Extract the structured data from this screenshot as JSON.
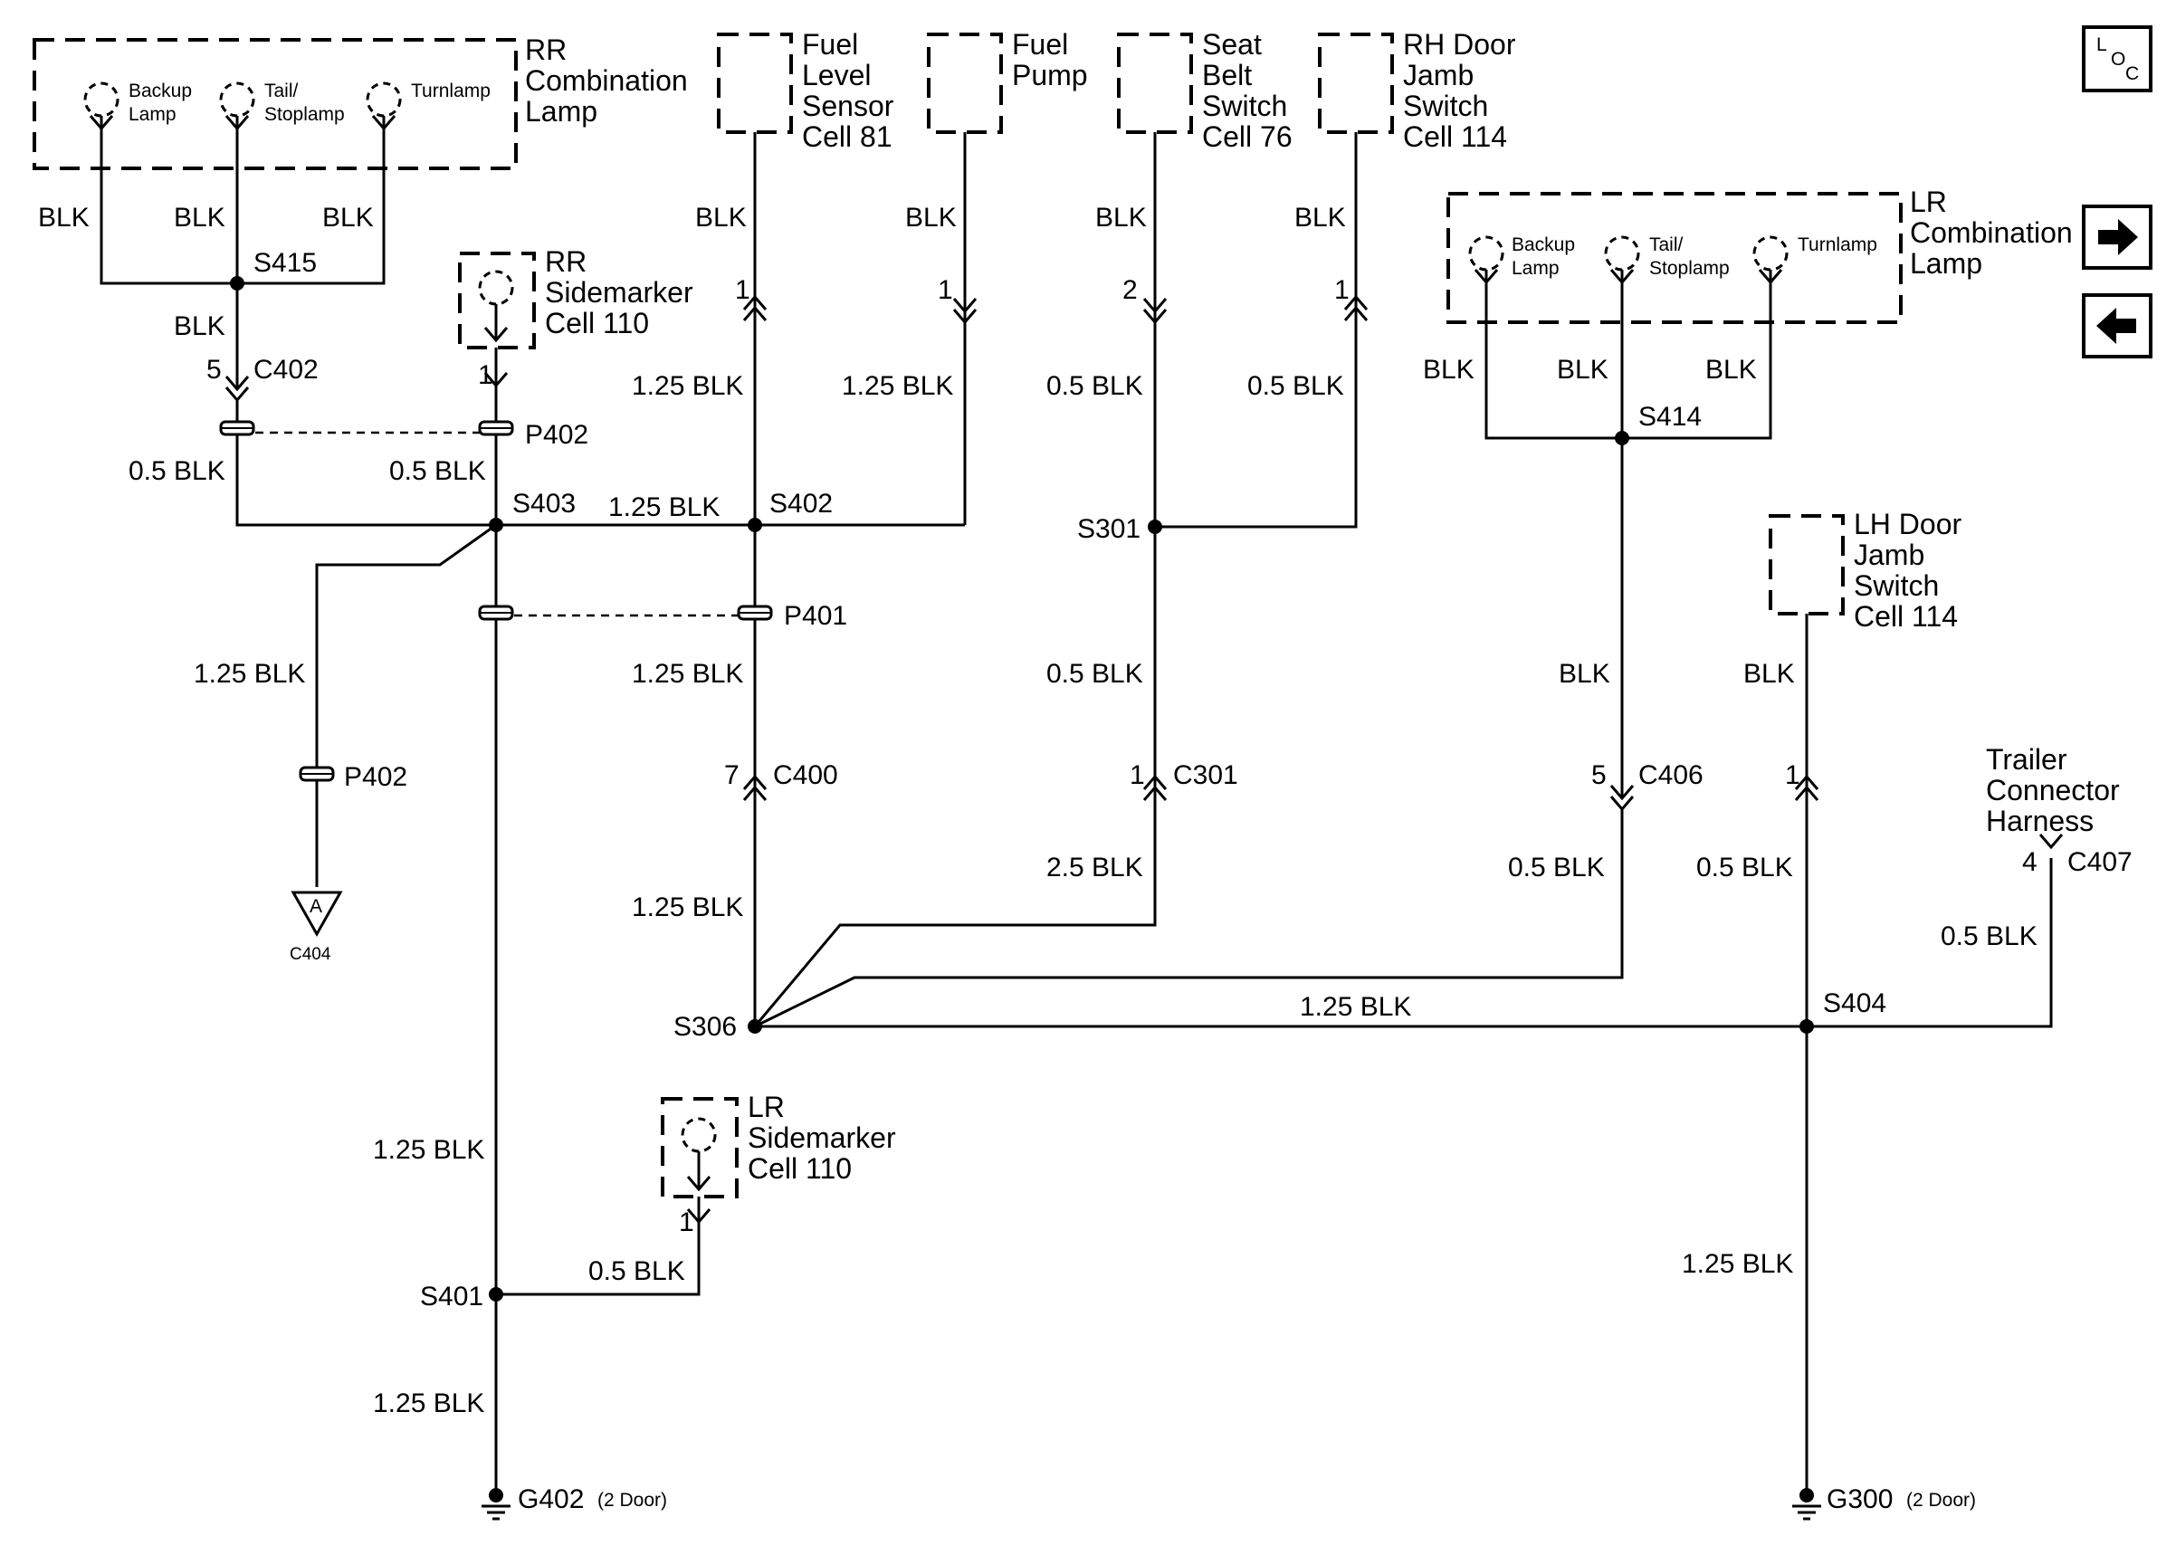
{
  "rr_combo": {
    "title1": "RR",
    "title2": "Combination",
    "title3": "Lamp",
    "backup1": "Backup",
    "backup2": "Lamp",
    "tail1": "Tail/",
    "tail2": "Stoplamp",
    "turn": "Turnlamp"
  },
  "lr_combo": {
    "title1": "LR",
    "title2": "Combination",
    "title3": "Lamp",
    "backup1": "Backup",
    "backup2": "Lamp",
    "tail1": "Tail/",
    "tail2": "Stoplamp",
    "turn": "Turnlamp"
  },
  "fuel_level": {
    "l1": "Fuel",
    "l2": "Level",
    "l3": "Sensor",
    "l4": "Cell 81"
  },
  "fuel_pump": {
    "l1": "Fuel",
    "l2": "Pump"
  },
  "seat_belt": {
    "l1": "Seat",
    "l2": "Belt",
    "l3": "Switch",
    "l4": "Cell 76"
  },
  "rh_door": {
    "l1": "RH Door",
    "l2": "Jamb",
    "l3": "Switch",
    "l4": "Cell 114"
  },
  "lh_door": {
    "l1": "LH Door",
    "l2": "Jamb",
    "l3": "Switch",
    "l4": "Cell 114"
  },
  "rr_sidemarker": {
    "l1": "RR",
    "l2": "Sidemarker",
    "l3": "Cell 110"
  },
  "lr_sidemarker": {
    "l1": "LR",
    "l2": "Sidemarker",
    "l3": "Cell 110"
  },
  "trailer": {
    "l1": "Trailer",
    "l2": "Connector",
    "l3": "Harness"
  },
  "loc": {
    "l": "L",
    "o": "O",
    "c": "C"
  },
  "splices": {
    "s415": "S415",
    "s403": "S403",
    "s402": "S402",
    "s301": "S301",
    "s414": "S414",
    "s306": "S306",
    "s404": "S404",
    "s401": "S401"
  },
  "connectors": {
    "c402": "C402",
    "c400": "C400",
    "c301": "C301",
    "c406": "C406",
    "c407": "C407",
    "p402a": "P402",
    "p402b": "P402",
    "p401": "P401",
    "c404": "C404",
    "a": "A"
  },
  "pins": {
    "c402": "5",
    "rrside": "1",
    "fuel_level": "1",
    "fuel_pump": "1",
    "seat_belt": "2",
    "rh_door": "1",
    "c400": "7",
    "c301": "1",
    "c406": "5",
    "lh_door": "1",
    "c407": "4",
    "lrside": "1"
  },
  "grounds": {
    "g402": "G402",
    "g402_note": "(2 Door)",
    "g300": "G300",
    "g300_note": "(2 Door)"
  },
  "wires": {
    "blk": "BLK",
    "w125": "1.25 BLK",
    "w05": "0.5 BLK",
    "w25": "2.5 BLK"
  }
}
